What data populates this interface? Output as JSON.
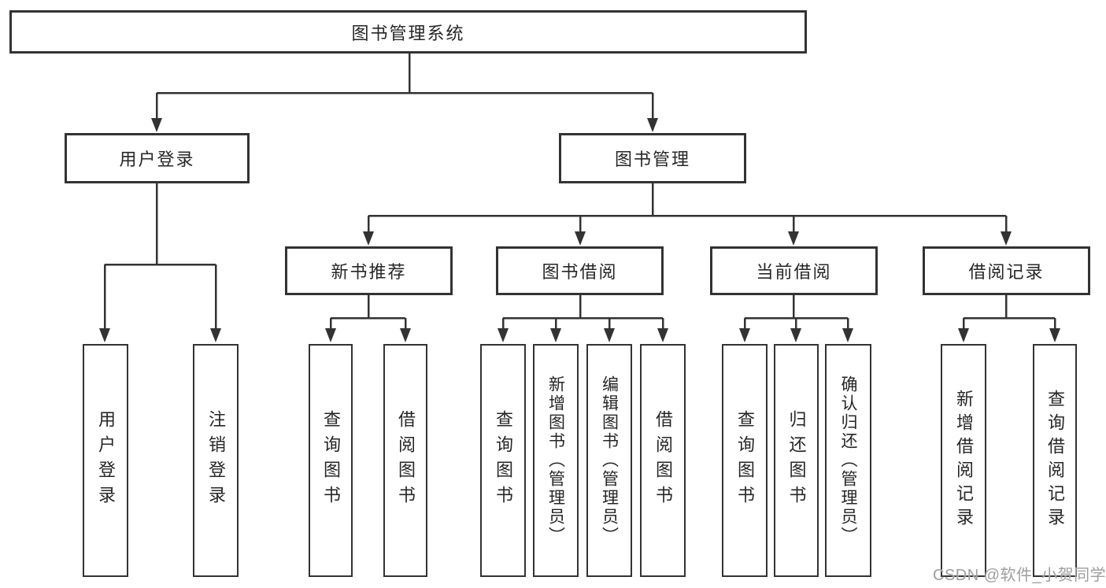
{
  "diagram_type": "hierarchy-chart",
  "tree": {
    "label": "图书管理系统",
    "children": [
      {
        "label": "用户登录",
        "children": [
          {
            "label": "用户登录"
          },
          {
            "label": "注销登录"
          }
        ]
      },
      {
        "label": "图书管理",
        "children": [
          {
            "label": "新书推荐",
            "children": [
              {
                "label": "查询图书"
              },
              {
                "label": "借阅图书"
              }
            ]
          },
          {
            "label": "图书借阅",
            "children": [
              {
                "label": "查询图书"
              },
              {
                "label": "新增图书（管理员）"
              },
              {
                "label": "编辑图书（管理员）"
              },
              {
                "label": "借阅图书"
              }
            ]
          },
          {
            "label": "当前借阅",
            "children": [
              {
                "label": "查询图书"
              },
              {
                "label": "归还图书"
              },
              {
                "label": "确认归还（管理员）"
              }
            ]
          },
          {
            "label": "借阅记录",
            "children": [
              {
                "label": "新增借阅记录"
              },
              {
                "label": "查询借阅记录"
              }
            ]
          }
        ]
      }
    ]
  },
  "watermark": "CSDN @软件_小贺同学",
  "colors": {
    "line": "#333333",
    "text": "#262626",
    "watermark": "#9e9e9e",
    "background": "#ffffff"
  }
}
